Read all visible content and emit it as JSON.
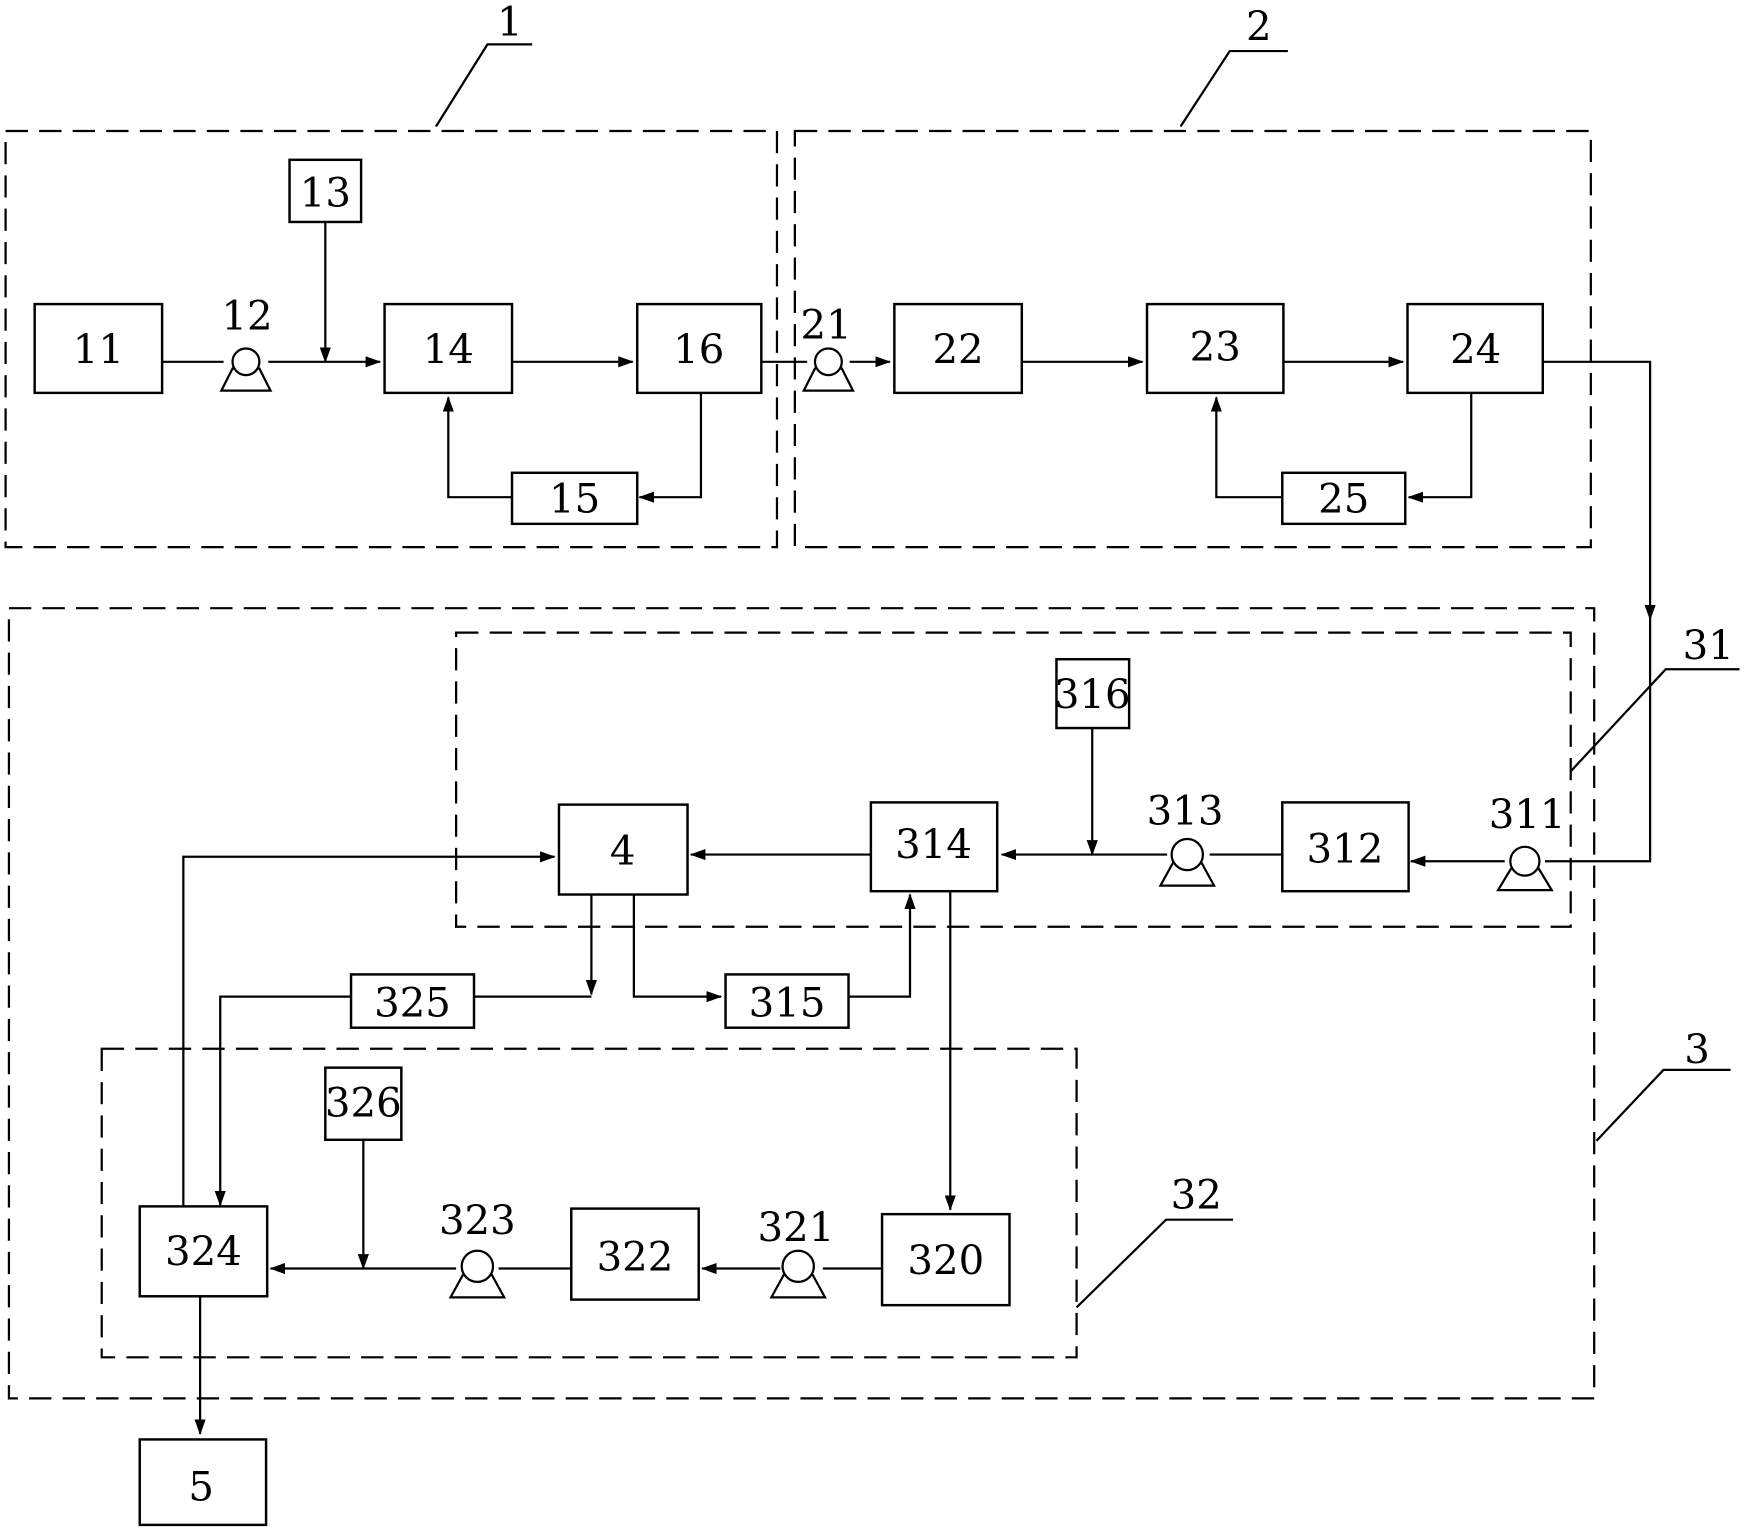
{
  "boxes": {
    "b11": "11",
    "b13": "13",
    "b14": "14",
    "b15": "15",
    "b16": "16",
    "b22": "22",
    "b23": "23",
    "b24": "24",
    "b25": "25",
    "b4": "4",
    "b312": "312",
    "b314": "314",
    "b315": "315",
    "b316": "316",
    "b320": "320",
    "b322": "322",
    "b324": "324",
    "b325": "325",
    "b326": "326",
    "b5": "5"
  },
  "pumps": {
    "p12": "12",
    "p21": "21",
    "p311": "311",
    "p313": "313",
    "p321": "321",
    "p323": "323"
  },
  "sections": {
    "s1": "1",
    "s2": "2",
    "s3": "3",
    "s31": "31",
    "s32": "32"
  }
}
